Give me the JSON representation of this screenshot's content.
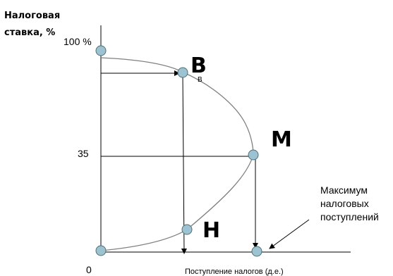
{
  "y_axis": {
    "title_line1": "Налоговая",
    "title_line2": "ставка, %",
    "tick_top": "100 %",
    "tick_mid": "35",
    "origin": "0"
  },
  "x_axis": {
    "title": "Поступление налогов (д.е.)"
  },
  "points": {
    "b_label": "В",
    "b_sub": "В",
    "m_label": "М",
    "h_label": "Н"
  },
  "annotation": {
    "line1": "Максимум",
    "line2": "налоговых",
    "line3": "поступлений"
  },
  "colors": {
    "marker_fill": "#9cc3cf",
    "marker_stroke": "#4f6f7a",
    "curve": "#808080",
    "line": "#000000"
  }
}
